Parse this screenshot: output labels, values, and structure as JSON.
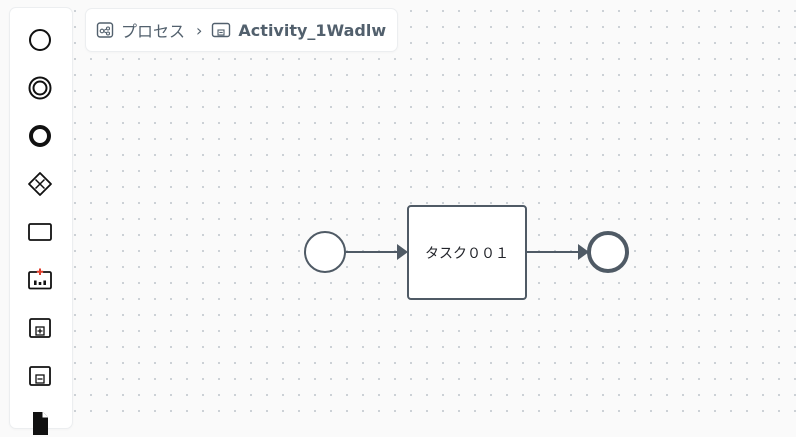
{
  "breadcrumb": {
    "process_label": "プロセス",
    "separator": "›",
    "current_label": "Activity_1Wadlw"
  },
  "palette": {
    "tools": [
      "start-event",
      "intermediate-event",
      "end-event",
      "gateway",
      "task",
      "subprocess",
      "expanded-subprocess",
      "collapsed-subprocess",
      "data-object"
    ]
  },
  "diagram": {
    "task_label": "タスク００１",
    "colors": {
      "stroke": "#4f5a65",
      "fill": "#ffffff",
      "marker_red": "#e03e2d"
    }
  }
}
